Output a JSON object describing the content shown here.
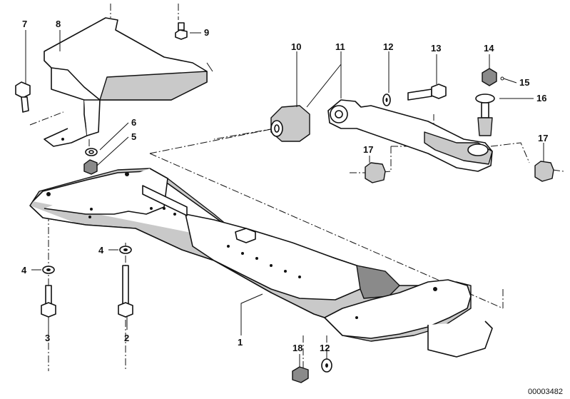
{
  "diagram": {
    "labels": [
      {
        "id": "7",
        "text": "7"
      },
      {
        "id": "8",
        "text": "8"
      },
      {
        "id": "9",
        "text": "9"
      },
      {
        "id": "6",
        "text": "6"
      },
      {
        "id": "5",
        "text": "5"
      },
      {
        "id": "10",
        "text": "10"
      },
      {
        "id": "11",
        "text": "11"
      },
      {
        "id": "12a",
        "text": "12"
      },
      {
        "id": "13",
        "text": "13"
      },
      {
        "id": "14",
        "text": "14"
      },
      {
        "id": "15",
        "text": "15"
      },
      {
        "id": "16",
        "text": "16"
      },
      {
        "id": "17a",
        "text": "17"
      },
      {
        "id": "17b",
        "text": "17"
      },
      {
        "id": "4a",
        "text": "4"
      },
      {
        "id": "4b",
        "text": "4"
      },
      {
        "id": "3",
        "text": "3"
      },
      {
        "id": "2",
        "text": "2"
      },
      {
        "id": "1",
        "text": "1"
      },
      {
        "id": "18",
        "text": "18"
      },
      {
        "id": "12b",
        "text": "12"
      }
    ],
    "document_id": "00003482"
  }
}
